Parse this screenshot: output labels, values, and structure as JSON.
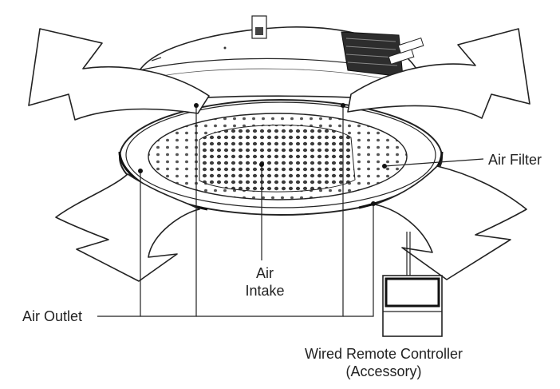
{
  "labels": {
    "air_filter": "Air Filter",
    "air_intake_line1": "Air",
    "air_intake_line2": "Intake",
    "air_outlet": "Air Outlet",
    "remote_line1": "Wired Remote Controller",
    "remote_line2": "(Accessory)"
  }
}
